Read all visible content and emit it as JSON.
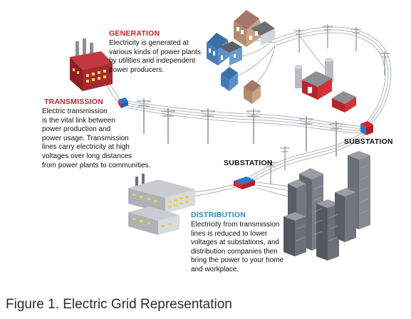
{
  "generation": {
    "title": "GENERATION",
    "lines": [
      "Electricity is generated at",
      "various kinds of power plants",
      "by utilities and independent",
      "power producers."
    ]
  },
  "transmission": {
    "title": "TRANSMISSION",
    "lines": [
      "Electric transmission",
      "is the vital link between",
      "power production and",
      "power usage. Transmission",
      "lines carry electricity at high",
      "voltages over long distances",
      "from power plants to communities."
    ]
  },
  "substation_right": {
    "title": "SUBSTATION"
  },
  "substation_center": {
    "title": "SUBSTATION"
  },
  "distribution": {
    "title": "DISTRIBUTION",
    "lines": [
      "Electricity from transmission",
      "lines is reduced to lower",
      "voltages at substations, and",
      "distribution companies then",
      "bring the power to your home",
      "and workplace."
    ]
  },
  "caption": "Figure 1. Electric Grid Representation",
  "colors": {
    "label_red": "#b3262d",
    "label_blue": "#2f86c4",
    "factory_red": "#a52a2f",
    "house_blue": "#5b8fc9",
    "house_tan": "#c7a585",
    "building_gray": "#7c8087",
    "wire_gray": "#9aa2a8",
    "substation_red": "#d9262c",
    "substation_blue": "#2a77c9"
  }
}
